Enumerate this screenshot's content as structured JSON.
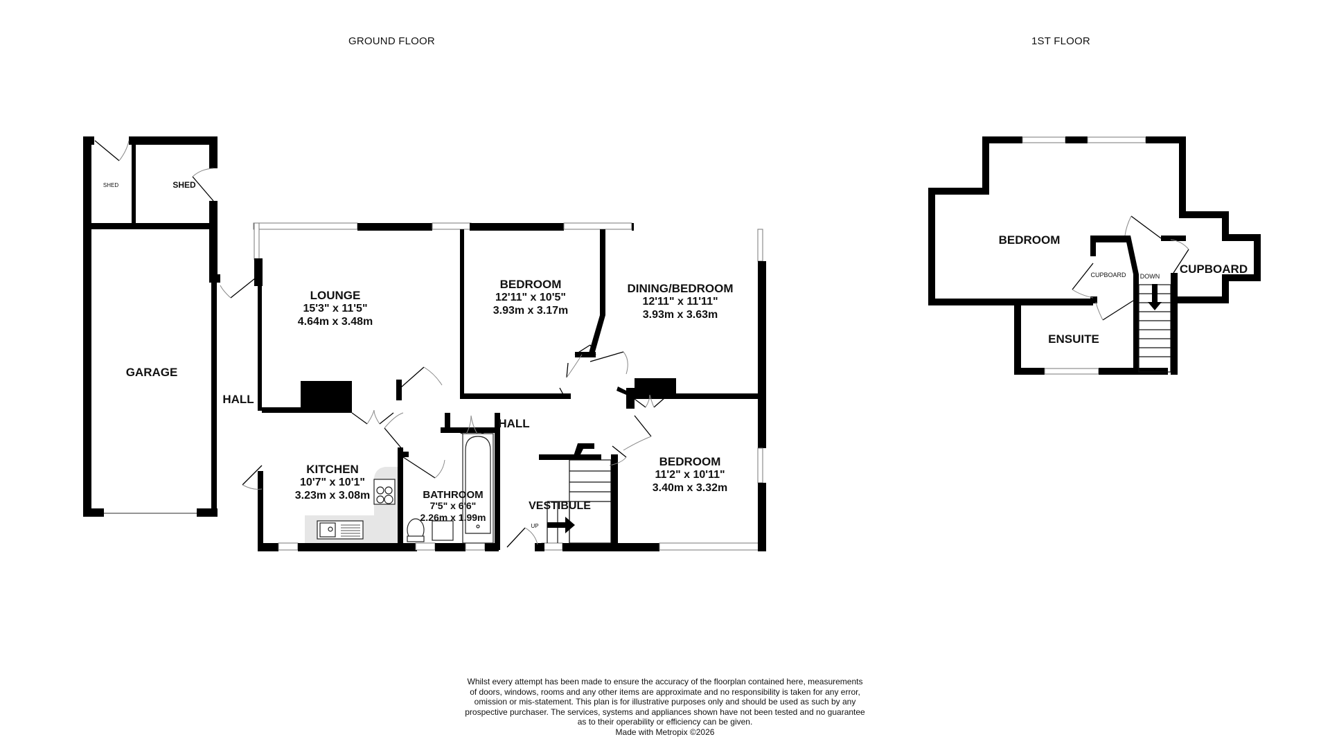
{
  "floors": {
    "ground": {
      "title": "GROUND FLOOR",
      "rooms": [
        {
          "name": "LOUNGE",
          "imperial": "15'3\"  x 11'5\"",
          "metric": "4.64m  x 3.48m"
        },
        {
          "name": "BEDROOM",
          "imperial": "12'11\"  x 10'5\"",
          "metric": "3.93m  x 3.17m"
        },
        {
          "name": "DINING/BEDROOM",
          "imperial": "12'11\"  x 11'11\"",
          "metric": "3.93m  x 3.63m"
        },
        {
          "name": "KITCHEN",
          "imperial": "10'7\"  x 10'1\"",
          "metric": "3.23m  x 3.08m"
        },
        {
          "name": "BATHROOM",
          "imperial": "7'5\"  x 6'6\"",
          "metric": "2.26m  x 1.99m"
        },
        {
          "name": "BEDROOM",
          "imperial": "11'2\"  x 10'11\"",
          "metric": "3.40m  x 3.32m"
        }
      ],
      "unmeasured": {
        "garage": "GARAGE",
        "hall_side": "HALL",
        "hall_main": "HALL",
        "vestibule": "VESTIBULE",
        "shed_large": "SHED",
        "shed_small": "SHED",
        "stairs_up": "UP"
      }
    },
    "first": {
      "title": "1ST FLOOR",
      "labels": {
        "bedroom": "BEDROOM",
        "ensuite": "ENSUITE",
        "cupboard_large": "CUPBOARD",
        "cupboard_small": "CUPBOARD",
        "stairs_down": "DOWN"
      }
    }
  },
  "disclaimer": {
    "lines": [
      "Whilst every attempt has been made to ensure the accuracy of the floorplan contained here, measurements",
      "of doors, windows, rooms and any other items are approximate and no responsibility is taken for any error,",
      "omission or mis-statement. This plan is for illustrative purposes only and should be used as such by any",
      "prospective purchaser. The services, systems and appliances shown have not been tested and no guarantee",
      "as to their operability or efficiency can be given.",
      "Made with Metropix ©2026"
    ]
  },
  "colors": {
    "wall": "#000000",
    "background": "#ffffff",
    "worktop": "#e6e6e6"
  }
}
